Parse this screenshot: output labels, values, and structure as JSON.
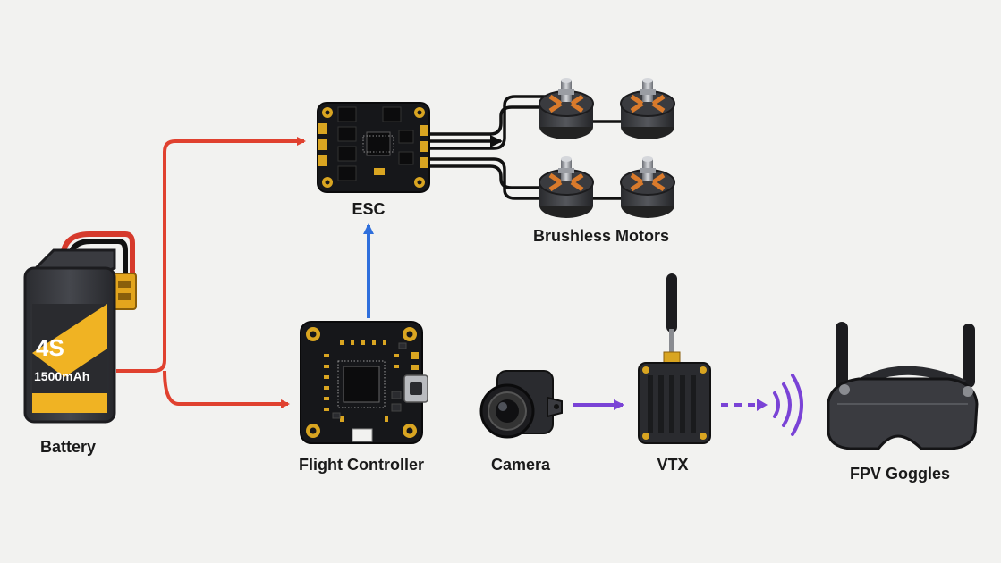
{
  "colors": {
    "power_wire": "#e0412f",
    "signal_wire": "#2f6fdc",
    "video_wire": "#7a43d6",
    "motor_wire": "#111111",
    "background": "#f2f2f0",
    "pcb": "#16171a",
    "gold_pad": "#d9a521",
    "motor_copper": "#d97a2b"
  },
  "components": {
    "battery": {
      "label": "Battery",
      "cell_count": "4S",
      "capacity": "1500mAh"
    },
    "esc": {
      "label": "ESC"
    },
    "motors": {
      "label": "Brushless Motors",
      "count": 4
    },
    "flight_controller": {
      "label": "Flight Controller"
    },
    "camera": {
      "label": "Camera"
    },
    "vtx": {
      "label": "VTX"
    },
    "goggles": {
      "label": "FPV Goggles"
    }
  },
  "connections": [
    {
      "from": "battery",
      "to": "esc",
      "kind": "power"
    },
    {
      "from": "battery",
      "to": "flight_controller",
      "kind": "power"
    },
    {
      "from": "flight_controller",
      "to": "esc",
      "kind": "signal"
    },
    {
      "from": "esc",
      "to": "motors",
      "kind": "motor"
    },
    {
      "from": "camera",
      "to": "vtx",
      "kind": "video"
    },
    {
      "from": "vtx",
      "to": "goggles",
      "kind": "wireless"
    }
  ]
}
